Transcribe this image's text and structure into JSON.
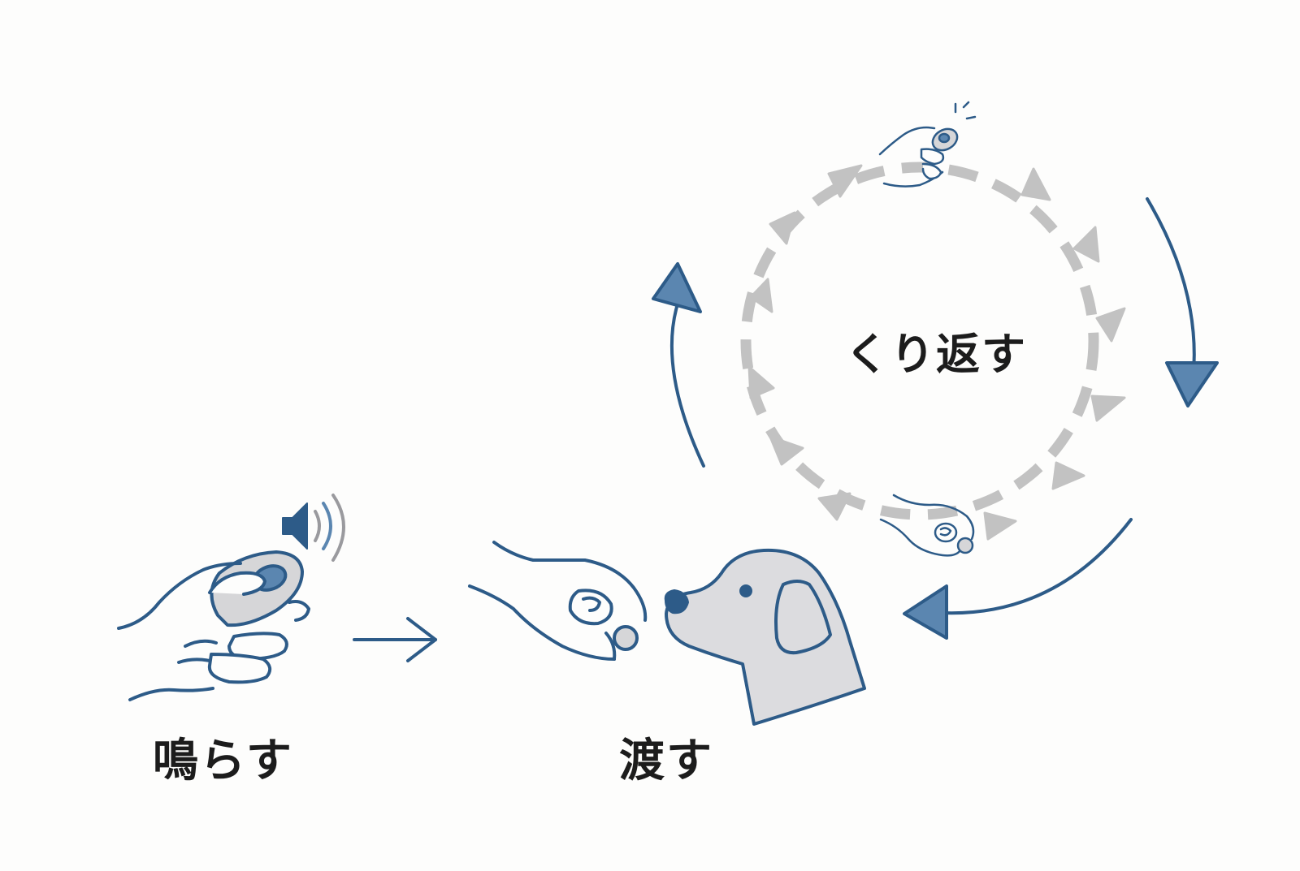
{
  "labels": {
    "sound": "鳴らす",
    "give": "渡す",
    "repeat": "くり返す"
  },
  "colors": {
    "blue": "#2d5b88",
    "blue_fill": "#5b86b0",
    "gray_arrow": "#c2c2c2",
    "gray_fill": "#d6d6d8",
    "text": "#1c1c1c",
    "background": "#fdfdfc"
  },
  "icons": {
    "clicker_hand": "hand-pressing-clicker-icon",
    "speaker": "speaker-icon",
    "treat_hand": "hand-holding-treat-icon",
    "dog": "dog-head-icon"
  }
}
